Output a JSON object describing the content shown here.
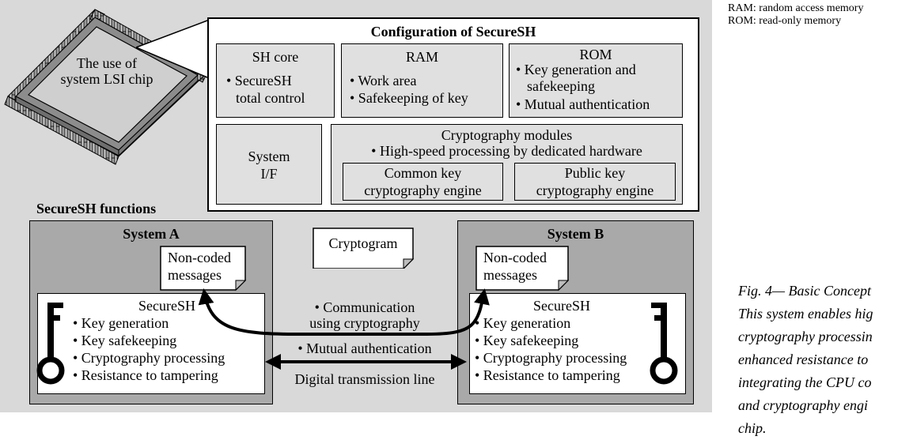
{
  "legend": {
    "ram": "RAM: random access memory",
    "rom": "ROM: read-only memory"
  },
  "caption": {
    "line1": "Fig. 4— Basic Concept",
    "line2": "This system enables hig",
    "line3": "cryptography processin",
    "line4": "enhanced resistance to",
    "line5": "integrating the CPU co",
    "line6": "and cryptography engi",
    "line7": "chip."
  },
  "chip": {
    "line1": "The use of",
    "line2": "system LSI chip"
  },
  "config": {
    "title": "Configuration of SecureSH",
    "sh_core": {
      "title": "SH core",
      "line1": "• SecureSH",
      "line2": "total control"
    },
    "ram": {
      "title": "RAM",
      "item1": "• Work area",
      "item2": "• Safekeeping of key"
    },
    "rom": {
      "title": "ROM",
      "item1a": "• Key generation and",
      "item1b": "safekeeping",
      "item2": "• Mutual authentication"
    },
    "system_if": {
      "line1": "System",
      "line2": "I/F"
    },
    "crypto": {
      "title": "Cryptography modules",
      "desc": "• High-speed processing by dedicated hardware",
      "common": {
        "line1": "Common key",
        "line2": "cryptography engine"
      },
      "public": {
        "line1": "Public key",
        "line2": "cryptography engine"
      }
    }
  },
  "functions_heading": "SecureSH functions",
  "system_a": {
    "title": "System A",
    "note_line1": "Non-coded",
    "note_line2": "messages",
    "securesh": {
      "title": "SecureSH",
      "items": [
        "• Key generation",
        "• Key safekeeping",
        "• Cryptography processing",
        "• Resistance to tampering"
      ]
    }
  },
  "system_b": {
    "title": "System B",
    "note_line1": "Non-coded",
    "note_line2": "messages",
    "securesh": {
      "title": "SecureSH",
      "items": [
        "• Key generation",
        "• Key safekeeping",
        "• Cryptography processing",
        "• Resistance to tampering"
      ]
    }
  },
  "middle": {
    "cryptogram": "Cryptogram",
    "comm_line1": "• Communication",
    "comm_line2": "using cryptography",
    "mutual_auth": "• Mutual authentication",
    "transmission_line": "Digital transmission line"
  }
}
